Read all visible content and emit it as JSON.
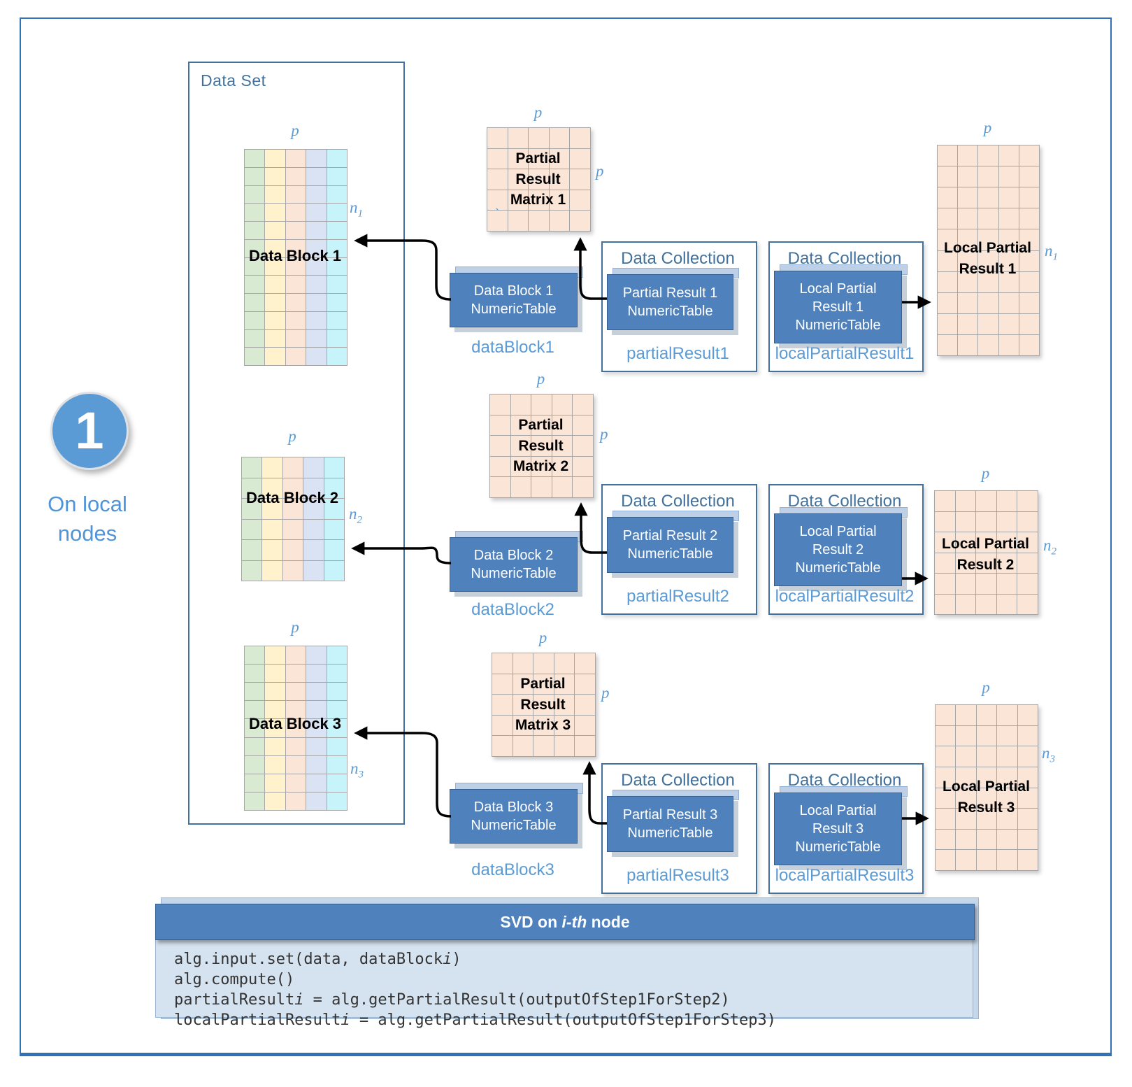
{
  "palette": {
    "frame_blue": "#2e74b5",
    "steel_blue": "#41719c",
    "caption_blue": "#5b9bd5",
    "box_blue": "#4f81bd",
    "tab_blue": "#bdd0e7",
    "matrix_fill": "#fbe5d6",
    "gridline_gray": "#a6a6a6",
    "bar_blue": "#4f81bd",
    "code_bg": "#d5e2ef"
  },
  "step_badge": {
    "number": "1",
    "label": "On local nodes"
  },
  "data_set": {
    "title": "Data Set",
    "column_colors": [
      "#d9ead3",
      "#fff2cc",
      "#fbe5d6",
      "#dae3f3",
      "#c6f4fa"
    ],
    "blocks": [
      {
        "name": "Data Block 1",
        "p": "p",
        "n": "n",
        "n_sub": "1",
        "rows": 12,
        "cols": 5
      },
      {
        "name": "Data Block 2",
        "p": "p",
        "n": "n",
        "n_sub": "2",
        "rows": 6,
        "cols": 5
      },
      {
        "name": "Data Block 3",
        "p": "p",
        "n": "n",
        "n_sub": "3",
        "rows": 9,
        "cols": 5
      }
    ]
  },
  "partial_matrices": [
    {
      "lines": [
        "Partial",
        "Result",
        "Matrix 1"
      ],
      "p_top": "p",
      "p_right": "p",
      "rows": 5,
      "cols": 5,
      "stray_mark": "`"
    },
    {
      "lines": [
        "Partial",
        "Result",
        "Matrix 2"
      ],
      "p_top": "p",
      "p_right": "p",
      "rows": 5,
      "cols": 5
    },
    {
      "lines": [
        "Partial",
        "Result",
        "Matrix 3"
      ],
      "p_top": "p",
      "p_right": "p",
      "rows": 5,
      "cols": 5
    }
  ],
  "numeric_tables": [
    {
      "lines": [
        "Data Block 1",
        "NumericTable"
      ],
      "caption": "dataBlock1"
    },
    {
      "lines": [
        "Data Block 2",
        "NumericTable"
      ],
      "caption": "dataBlock2"
    },
    {
      "lines": [
        "Data Block 3",
        "NumericTable"
      ],
      "caption": "dataBlock3"
    }
  ],
  "collections_partial": [
    {
      "title": "Data Collection",
      "box_lines": [
        "Partial Result 1",
        "NumericTable"
      ],
      "caption": "partialResult1"
    },
    {
      "title": "Data Collection",
      "box_lines": [
        "Partial Result 2",
        "NumericTable"
      ],
      "caption": "partialResult2"
    },
    {
      "title": "Data Collection",
      "box_lines": [
        "Partial Result 3",
        "NumericTable"
      ],
      "caption": "partialResult3"
    }
  ],
  "collections_local": [
    {
      "title": "Data Collection",
      "box_lines": [
        "Local Partial",
        "Result 1",
        "NumericTable"
      ],
      "caption": "localPartialResult1"
    },
    {
      "title": "Data Collection",
      "box_lines": [
        "Local Partial",
        "Result 2",
        "NumericTable"
      ],
      "caption": "localPartialResult2"
    },
    {
      "title": "Data Collection",
      "box_lines": [
        "Local Partial",
        "Result 3",
        "NumericTable"
      ],
      "caption": "localPartialResult3"
    }
  ],
  "local_results": [
    {
      "lines": [
        "Local Partial",
        "Result 1"
      ],
      "p": "p",
      "n": "n",
      "n_sub": "1",
      "rows": 10,
      "cols": 5
    },
    {
      "lines": [
        "Local Partial",
        "Result 2"
      ],
      "p": "p",
      "n": "n",
      "n_sub": "2",
      "rows": 6,
      "cols": 5
    },
    {
      "lines": [
        "Local Partial",
        "Result 3"
      ],
      "p": "p",
      "n": "n",
      "n_sub": "3",
      "rows": 8,
      "cols": 5
    }
  ],
  "code_panel": {
    "title_segments": [
      {
        "t": "SVD on "
      },
      {
        "t": "i-th",
        "i": true
      },
      {
        "t": " node"
      }
    ],
    "lines": [
      [
        {
          "t": "alg.input.set(data, dataBlock"
        },
        {
          "t": "i",
          "i": true
        },
        {
          "t": ")"
        }
      ],
      [
        {
          "t": "alg.compute()"
        }
      ],
      [
        {
          "t": "partialResult"
        },
        {
          "t": "i",
          "i": true
        },
        {
          "t": " = alg.getPartialResult(outputOfStep1ForStep2)"
        }
      ],
      [
        {
          "t": "localPartialResult"
        },
        {
          "t": "i",
          "i": true
        },
        {
          "t": " = alg.getPartialResult(outputOfStep1ForStep3)"
        }
      ]
    ]
  }
}
